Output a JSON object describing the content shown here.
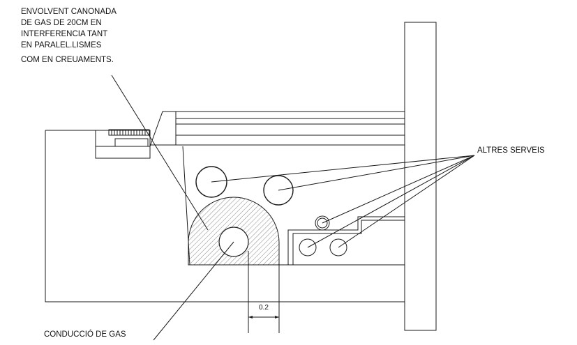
{
  "note_lines": [
    "ENVOLVENT CANONADA",
    "DE GAS DE 20CM EN",
    "INTERFERENCIA TANT",
    "EN PARALEL.LISMES",
    "COM EN CREUAMENTS."
  ],
  "label_other_services": "ALTRES SERVEIS",
  "label_gas_pipe": "CONDUCCIÓ DE GAS",
  "dimension_value": "0.2",
  "colors": {
    "line": "#1a1a1a",
    "hatch": "#888888",
    "background": "#ffffff"
  }
}
